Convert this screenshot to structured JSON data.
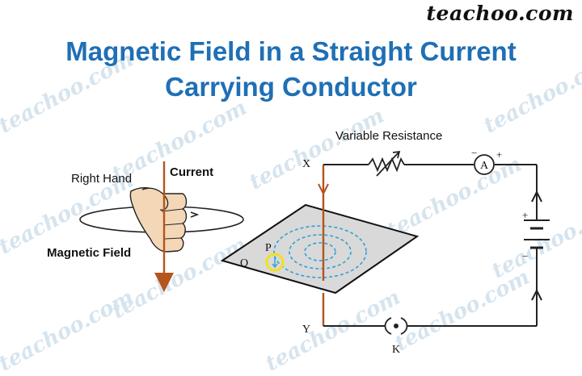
{
  "brand": "teachoo.com",
  "title_line1": "Magnetic Field in a Straight Current",
  "title_line2": "Carrying Conductor",
  "watermark_text": "teachoo.com",
  "hand_figure": {
    "right_hand_label": "Right Hand",
    "current_label": "Current",
    "magnetic_field_label": "Magnetic Field"
  },
  "circuit": {
    "variable_resistance_label": "Variable Resistance",
    "point_x": "X",
    "point_y": "Y",
    "point_p": "P",
    "point_q": "Q",
    "key_label": "K",
    "ammeter_label": "A",
    "ammeter_minus": "−",
    "ammeter_plus": "+",
    "battery_plus": "+",
    "battery_minus": "−"
  },
  "colors": {
    "title": "#1f6fb5",
    "wire": "#b5541c",
    "field_lines": "#2f9fd8",
    "circuit": "#222222",
    "plane": "#d9d9d9",
    "highlight": "#f2e21b"
  }
}
